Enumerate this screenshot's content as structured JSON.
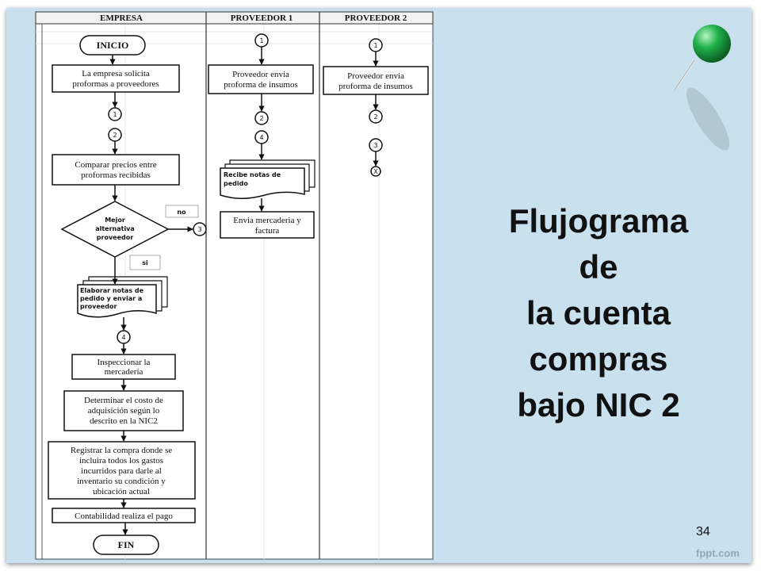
{
  "lanes": [
    "EMPRESA",
    "PROVEEDOR 1",
    "PROVEEDOR 2"
  ],
  "empresa": {
    "inicio": "INICIO",
    "solicita": [
      "La empresa solicita",
      "proformas a proveedores"
    ],
    "comparar": [
      "Comparar precios entre",
      "proformas recibidas"
    ],
    "decision": [
      "Mejor",
      "alternativa",
      "proveedor"
    ],
    "no_label": "no",
    "si_label": "si",
    "elaborar": [
      "Elaborar notas de",
      "pedido y enviar a",
      "proveedor"
    ],
    "inspeccionar": [
      "Inspeccionar la",
      "mercadería"
    ],
    "determinar": [
      "Determinar el costo de",
      "adquisición según lo",
      "descrito en la NIC2"
    ],
    "registrar": [
      "Registrar la compra donde se",
      "incluira todos los gastos",
      "incurridos para darle al",
      "inventario su condición y",
      "ubicación actual"
    ],
    "contabilidad": "Contabilidad realiza el pago",
    "fin": "FIN",
    "connectors": [
      "1",
      "2",
      "3",
      "4"
    ]
  },
  "proveedor1": {
    "envia": [
      "Proveedor envia",
      "proforma de insumos"
    ],
    "recibe": [
      "Recibe notas de",
      "pedido"
    ],
    "mercaderia": [
      "Envia mercaderia y",
      "factura"
    ],
    "connectors": [
      "1",
      "2",
      "4"
    ]
  },
  "proveedor2": {
    "envia": [
      "Proveedor envia",
      "proforma de insumos"
    ],
    "connectors": [
      "1",
      "2",
      "3"
    ],
    "end_mark": "X"
  },
  "title_lines": [
    "Flujograma",
    "de",
    "la cuenta",
    "compras",
    "bajo NIC 2"
  ],
  "page_number": "34",
  "watermark": "fppt.com",
  "colors": {
    "slide_bg": "#c9e1ee",
    "diagram_bg": "#ffffff",
    "pin": "#22b14c"
  }
}
